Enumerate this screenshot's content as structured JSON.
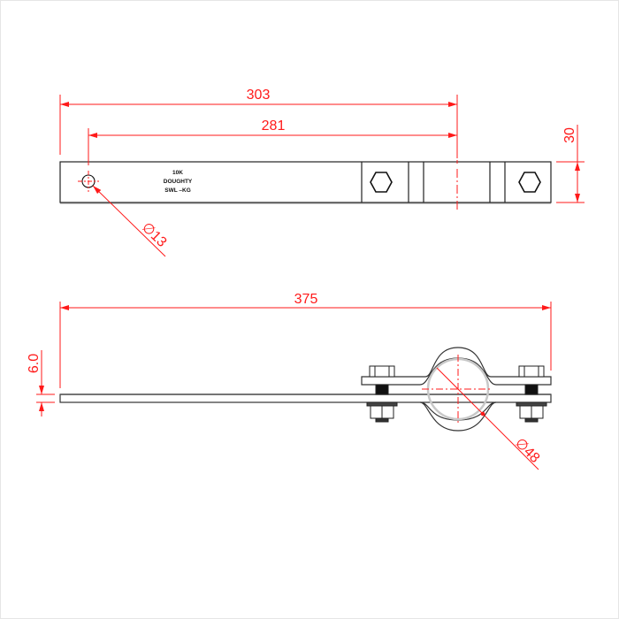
{
  "drawing": {
    "colors": {
      "dimension": "#ff1a1a",
      "outline": "#222222",
      "pipe": "#c8c8c8",
      "background": "#ffffff",
      "frame": "#e6e6e6"
    },
    "top_view": {
      "dimensions": {
        "overall_length": "303",
        "hole_to_end": "281",
        "width": "30",
        "hole_diameter": "∅13"
      },
      "stamp": {
        "line1": "10K",
        "line2": "DOUGHTY",
        "line3": "SWL –KG"
      }
    },
    "side_view": {
      "dimensions": {
        "overall_length": "375",
        "thickness": "6.0",
        "pipe_diameter": "∅48"
      }
    }
  }
}
